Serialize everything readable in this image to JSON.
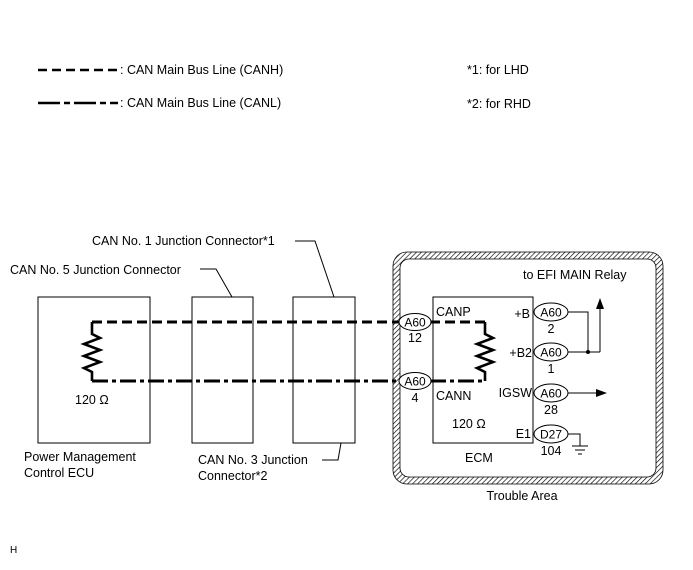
{
  "colors": {
    "ink": "#000000",
    "paper": "#ffffff"
  },
  "legend": {
    "canh": ": CAN Main Bus Line (CANH)",
    "canl": ": CAN Main Bus Line (CANL)",
    "note1": "*1: for LHD",
    "note2": "*2: for RHD"
  },
  "labels": {
    "jc1": "CAN No. 1 Junction Connector*1",
    "jc5": "CAN No. 5 Junction Connector",
    "jc3_line1": "CAN No. 3 Junction",
    "jc3_line2": "Connector*2",
    "pmc_line1": "Power Management",
    "pmc_line2": "Control ECU",
    "pmc_resistor": "120 Ω",
    "efi_relay": "to EFI MAIN Relay",
    "trouble_area": "Trouble Area",
    "corner_code": "H"
  },
  "bus_connectors": [
    {
      "connector": "A60",
      "pin": "12"
    },
    {
      "connector": "A60",
      "pin": "4"
    }
  ],
  "ecm": {
    "label": "ECM",
    "resistor": "120 Ω",
    "canp": "CANP",
    "cann": "CANN",
    "terminals": [
      {
        "name": "+B",
        "connector": "A60",
        "pin": "2"
      },
      {
        "name": "+B2",
        "connector": "A60",
        "pin": "1"
      },
      {
        "name": "IGSW",
        "connector": "A60",
        "pin": "28"
      },
      {
        "name": "E1",
        "connector": "D27",
        "pin": "104"
      }
    ]
  }
}
